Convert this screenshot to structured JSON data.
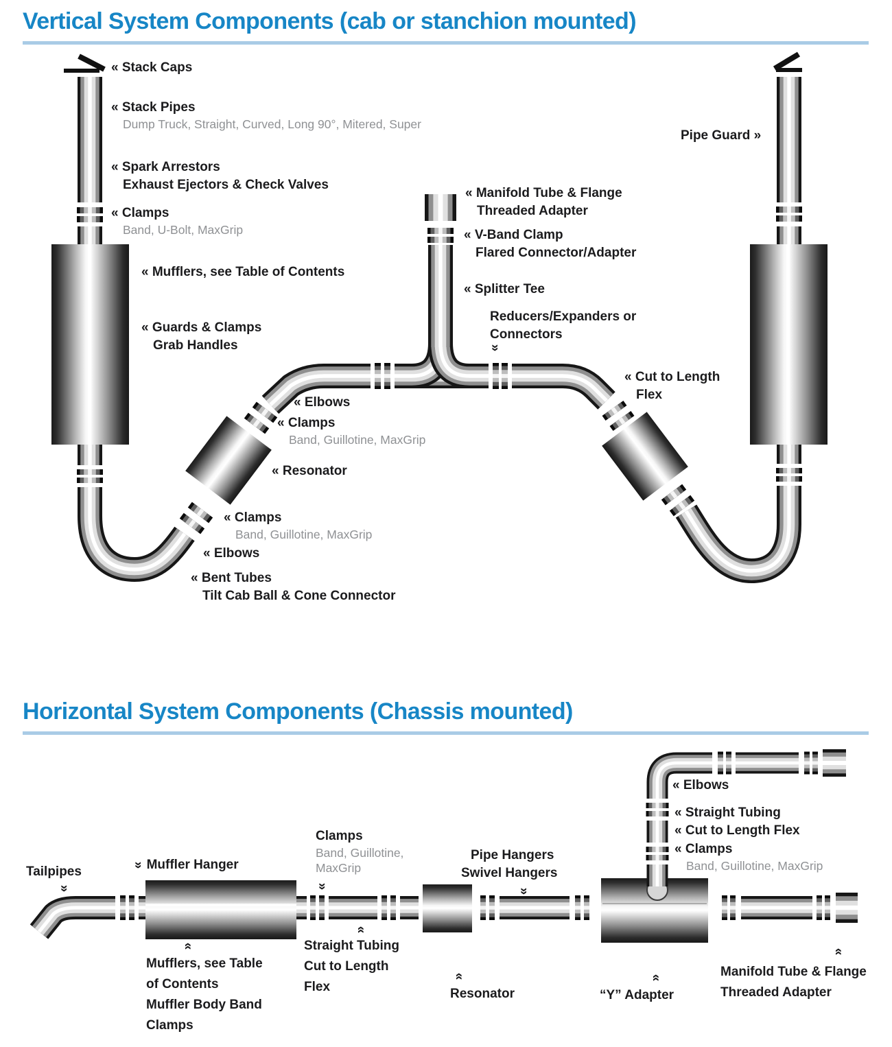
{
  "symbols": {
    "chevron": "«"
  },
  "colors": {
    "title_blue": "#1786c6",
    "rule_blue": "#a9cbe6",
    "text_black": "#1b1b1d",
    "text_gray": "#8f9194"
  },
  "vertical": {
    "title": "Vertical System Components (cab or stanchion mounted)",
    "labels": {
      "stack_caps": {
        "text": "« Stack Caps"
      },
      "stack_pipes": {
        "text": "« Stack Pipes",
        "sub": "Dump Truck, Straight, Curved, Long 90°, Mitered, Super"
      },
      "spark_arrestors": {
        "text": "« Spark Arrestors",
        "text2": "Exhaust Ejectors & Check Valves"
      },
      "clamps_top": {
        "text": "« Clamps",
        "sub": "Band, U-Bolt, MaxGrip"
      },
      "mufflers": {
        "text": "« Mufflers, see Table of Contents"
      },
      "guards": {
        "text": "« Guards & Clamps",
        "text2": "Grab Handles"
      },
      "elbows_upper": {
        "text": "« Elbows"
      },
      "clamps_mid": {
        "text": "« Clamps",
        "sub": "Band, Guillotine, MaxGrip"
      },
      "resonator": {
        "text": "« Resonator"
      },
      "clamps_lower": {
        "text": "« Clamps",
        "sub": "Band, Guillotine, MaxGrip"
      },
      "elbows_lower": {
        "text": "« Elbows"
      },
      "bent_tubes": {
        "text": "« Bent Tubes",
        "text2": "Tilt Cab Ball & Cone Connector"
      },
      "manifold": {
        "text": "« Manifold Tube & Flange",
        "text2": "Threaded Adapter"
      },
      "v_band": {
        "text": "« V-Band Clamp",
        "text2": "Flared Connector/Adapter"
      },
      "splitter_tee": {
        "text": "« Splitter Tee"
      },
      "reducers": {
        "text": "Reducers/Expanders or",
        "text2": "Connectors"
      },
      "cut_to_length_flex": {
        "text": "« Cut to Length",
        "text2": "Flex"
      },
      "pipe_guard": {
        "text": "Pipe Guard »"
      }
    }
  },
  "horizontal": {
    "title": "Horizontal System Components (Chassis mounted)",
    "labels": {
      "tailpipes": {
        "text": "Tailpipes"
      },
      "muffler_hanger": {
        "text": "Muffler Hanger"
      },
      "clamps_left": {
        "text": "Clamps",
        "sub": "Band, Guillotine,",
        "sub2": "MaxGrip"
      },
      "straight_tubing_flex": {
        "text": "Straight Tubing",
        "text2": "Cut to Length",
        "text3": "Flex"
      },
      "mufflers": {
        "text": "Mufflers, see Table",
        "text2": "of Contents",
        "text3": "Muffler Body Band",
        "text4": "Clamps"
      },
      "pipe_hangers": {
        "text": "Pipe Hangers",
        "text2": "Swivel Hangers"
      },
      "resonator": {
        "text": "Resonator"
      },
      "y_adapter": {
        "text": "“Y” Adapter"
      },
      "manifold": {
        "text": "Manifold Tube & Flange",
        "text2": "Threaded Adapter"
      },
      "elbows": {
        "text": "« Elbows"
      },
      "straight_tubing": {
        "text": "« Straight Tubing"
      },
      "cut_to_length_flex": {
        "text": "« Cut to Length Flex"
      },
      "clamps_right": {
        "text": "« Clamps",
        "sub": "Band, Guillotine, MaxGrip"
      }
    }
  }
}
